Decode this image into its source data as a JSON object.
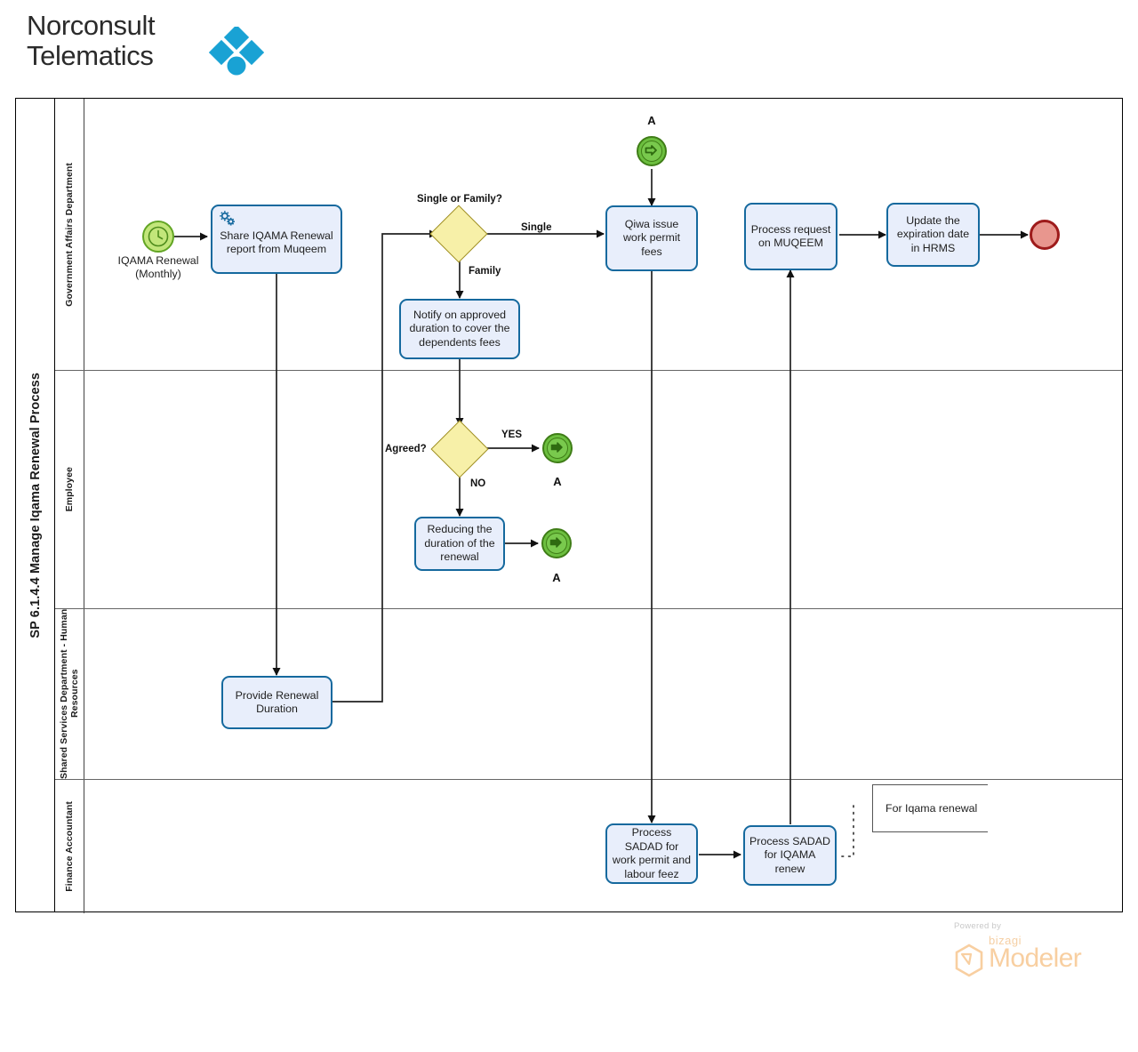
{
  "logo": {
    "line1": "Norconsult",
    "line2": "Telematics",
    "mark_color": "#19a2d4",
    "icon": "diamond-cluster-icon"
  },
  "pool": {
    "title": "SP 6.1.4.4 Manage Iqama Renewal Process",
    "lanes": [
      {
        "id": "gov",
        "label": "Government Affairs Department"
      },
      {
        "id": "emp",
        "label": "Employee"
      },
      {
        "id": "ssd",
        "label": "Shared Services Department - Human Resources"
      },
      {
        "id": "fin",
        "label": "Finance Accountant"
      }
    ]
  },
  "events": {
    "start": {
      "name": "timer-start-event",
      "caption_line1": "IQAMA Renewal",
      "caption_line2": "(Monthly)"
    },
    "link_catch_top": {
      "name": "link-catch-event",
      "label": "A"
    },
    "link_throw_yes": {
      "name": "link-throw-event",
      "label": "A"
    },
    "link_throw_reduce": {
      "name": "link-throw-event",
      "label": "A"
    },
    "end": {
      "name": "end-event",
      "label": ""
    }
  },
  "tasks": {
    "share_report": "Share IQAMA Renewal report from Muqeem",
    "notify_duration": "Notify on approved duration to cover the dependents fees",
    "qiwa_fees": "Qiwa issue work permit fees",
    "process_muqeem": "Process request on MUQEEM",
    "update_hrms": "Update the expiration date in HRMS",
    "reduce_duration": "Reducing the duration of the renewal",
    "provide_duration": "Provide Renewal Duration",
    "sadad_work_permit": "Process SADAD for work permit and labour feez",
    "sadad_iqama": "Process SADAD for IQAMA renew"
  },
  "gateways": {
    "single_or_family": "Single or Family?",
    "agreed": "Agreed?"
  },
  "flow_labels": {
    "single": "Single",
    "family": "Family",
    "yes": "YES",
    "no": "NO"
  },
  "annotation": {
    "text": "For Iqama renewal"
  },
  "footer": {
    "powered_by": "Powered by",
    "brand": "bizagi",
    "product": "Modeler"
  },
  "colors": {
    "task_fill": "#e8eefb",
    "task_stroke": "#15699e",
    "gateway_fill": "#f7f0a8",
    "gateway_stroke": "#9e8e24",
    "start_fill": "#c2e67a",
    "link_fill": "#6cbf3f",
    "end_fill": "#e8968e",
    "end_stroke": "#9e1b1b",
    "logo_blue": "#19a2d4",
    "bizagi_orange": "#f8cfa1"
  },
  "chart_data": {
    "type": "diagram",
    "notation": "BPMN",
    "title": "SP 6.1.4.4 Manage Iqama Renewal Process",
    "lanes": [
      "Government Affairs Department",
      "Employee",
      "Shared Services Department - Human Resources",
      "Finance Accountant"
    ],
    "nodes": [
      {
        "id": "start",
        "type": "timer-start-event",
        "lane": "Government Affairs Department",
        "label": "IQAMA Renewal (Monthly)"
      },
      {
        "id": "t1",
        "type": "service-task",
        "lane": "Government Affairs Department",
        "label": "Share IQAMA Renewal report from Muqeem"
      },
      {
        "id": "g1",
        "type": "exclusive-gateway",
        "lane": "Government Affairs Department",
        "label": "Single or Family?"
      },
      {
        "id": "t2",
        "type": "task",
        "lane": "Government Affairs Department",
        "label": "Notify on approved duration to cover the dependents fees"
      },
      {
        "id": "lc1",
        "type": "link-catch-event",
        "lane": "Government Affairs Department",
        "label": "A"
      },
      {
        "id": "t3",
        "type": "task",
        "lane": "Government Affairs Department",
        "label": "Qiwa issue work permit fees"
      },
      {
        "id": "t4",
        "type": "task",
        "lane": "Government Affairs Department",
        "label": "Process request on MUQEEM"
      },
      {
        "id": "t5",
        "type": "task",
        "lane": "Government Affairs Department",
        "label": "Update the expiration date in HRMS"
      },
      {
        "id": "end",
        "type": "end-event",
        "lane": "Government Affairs Department",
        "label": ""
      },
      {
        "id": "g2",
        "type": "exclusive-gateway",
        "lane": "Employee",
        "label": "Agreed?"
      },
      {
        "id": "lt1",
        "type": "link-throw-event",
        "lane": "Employee",
        "label": "A"
      },
      {
        "id": "t6",
        "type": "task",
        "lane": "Employee",
        "label": "Reducing the duration of the renewal"
      },
      {
        "id": "lt2",
        "type": "link-throw-event",
        "lane": "Employee",
        "label": "A"
      },
      {
        "id": "t7",
        "type": "task",
        "lane": "Shared Services Department - Human Resources",
        "label": "Provide Renewal Duration"
      },
      {
        "id": "t8",
        "type": "task",
        "lane": "Finance Accountant",
        "label": "Process SADAD for work permit and labour feez"
      },
      {
        "id": "t9",
        "type": "task",
        "lane": "Finance Accountant",
        "label": "Process SADAD for IQAMA renew"
      },
      {
        "id": "ann",
        "type": "text-annotation",
        "lane": "Finance Accountant",
        "label": "For Iqama renewal"
      }
    ],
    "edges": [
      {
        "from": "start",
        "to": "t1",
        "label": ""
      },
      {
        "from": "t1",
        "to": "t7",
        "label": ""
      },
      {
        "from": "t7",
        "to": "g1",
        "label": ""
      },
      {
        "from": "g1",
        "to": "t3",
        "label": "Single"
      },
      {
        "from": "g1",
        "to": "t2",
        "label": "Family"
      },
      {
        "from": "t2",
        "to": "g2",
        "label": ""
      },
      {
        "from": "g2",
        "to": "lt1",
        "label": "YES"
      },
      {
        "from": "g2",
        "to": "t6",
        "label": "NO"
      },
      {
        "from": "t6",
        "to": "lt2",
        "label": ""
      },
      {
        "from": "lc1",
        "to": "t3",
        "label": ""
      },
      {
        "from": "t3",
        "to": "t8",
        "label": ""
      },
      {
        "from": "t8",
        "to": "t9",
        "label": ""
      },
      {
        "from": "t9",
        "to": "t4",
        "label": ""
      },
      {
        "from": "t4",
        "to": "t5",
        "label": ""
      },
      {
        "from": "t5",
        "to": "end",
        "label": ""
      },
      {
        "from": "t9",
        "to": "ann",
        "label": "",
        "type": "association"
      }
    ]
  }
}
